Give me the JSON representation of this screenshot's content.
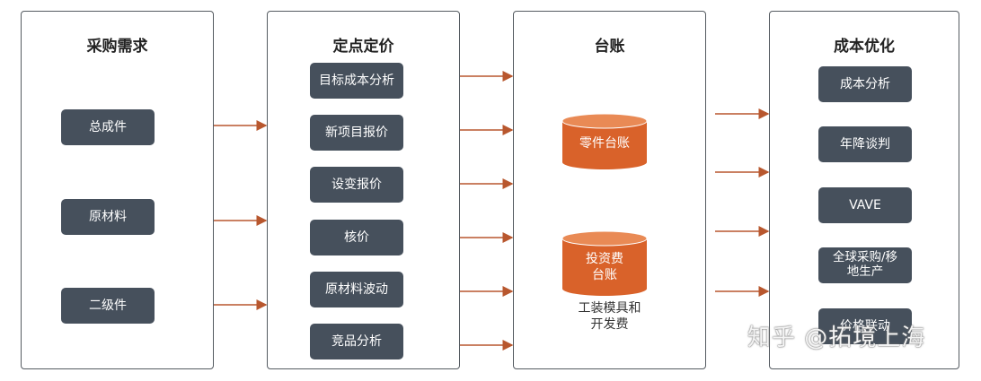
{
  "panels": {
    "demand": {
      "title": "采购需求",
      "items": [
        "总成件",
        "原材料",
        "二级件"
      ]
    },
    "pricing": {
      "title": "定点定价",
      "items": [
        "目标成本分析",
        "新项目报价",
        "设变报价",
        "核价",
        "原材料波动",
        "竞品分析"
      ]
    },
    "ledger": {
      "title": "台账",
      "items": [
        "零件台账",
        "投资费\n台账"
      ],
      "note": "工装模具和\n开发费"
    },
    "optimize": {
      "title": "成本优化",
      "items": [
        "成本分析",
        "年降谈判",
        "VAVE",
        "全球采购/移\n地生产",
        "价格联动"
      ]
    }
  },
  "colors": {
    "chip": "#46505c",
    "cylinder": "#d9622a",
    "arrow": "#b8572e",
    "border": "#555b61"
  },
  "watermark": "知乎 @拓境上海"
}
